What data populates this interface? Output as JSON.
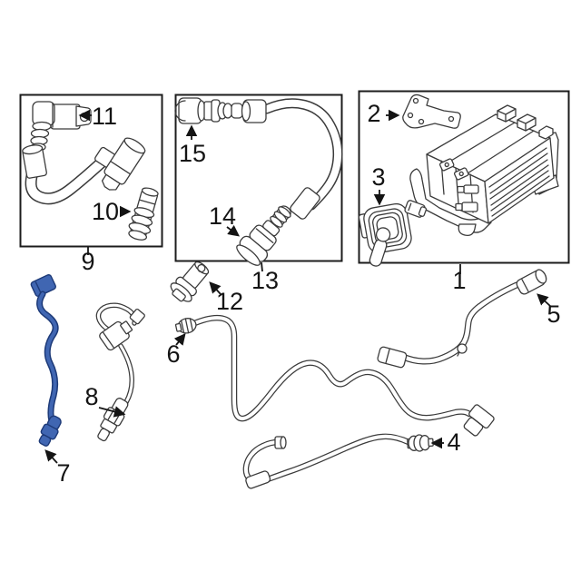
{
  "diagram": {
    "type": "automotive-emission-parts-diagram",
    "highlighted_part": "7",
    "labels": {
      "n1": "1",
      "n2": "2",
      "n3": "3",
      "n4": "4",
      "n5": "5",
      "n6": "6",
      "n7": "7",
      "n8": "8",
      "n9": "9",
      "n10": "10",
      "n11": "11",
      "n12": "12",
      "n13": "13",
      "n14": "14",
      "n15": "15"
    },
    "colors": {
      "background": "#ffffff",
      "line": "#3b3b3b",
      "callout": "#141414",
      "highlight_fill": "#4066b2",
      "highlight_outline": "#1d3a78"
    }
  }
}
